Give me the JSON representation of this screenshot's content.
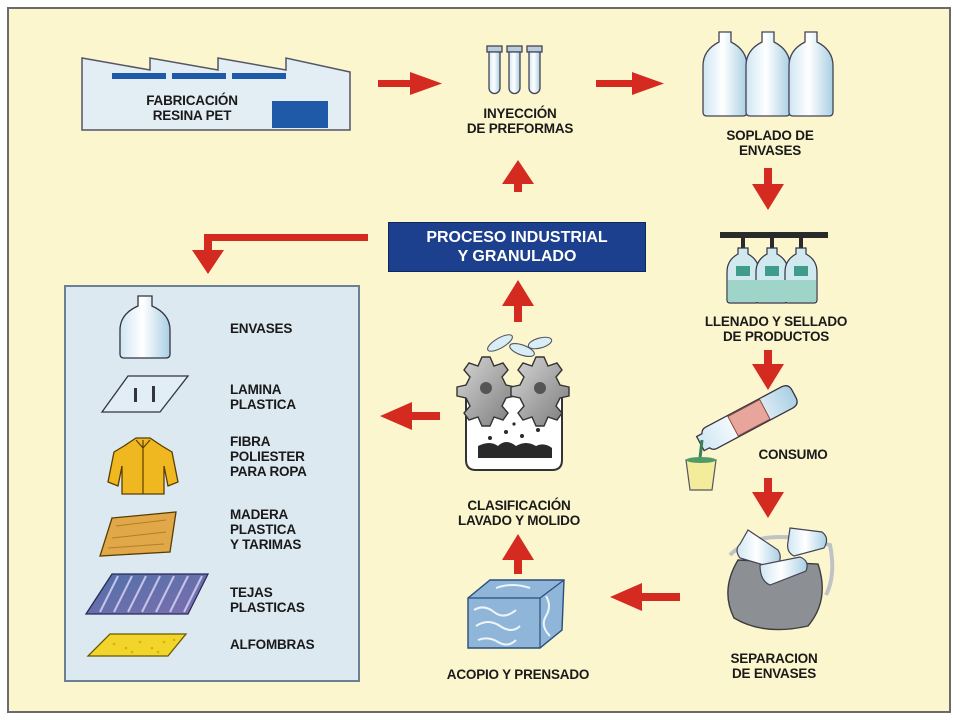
{
  "steps": {
    "fabricacion": "FABRICACIÓN\nRESINA PET",
    "inyeccion": "INYECCIÓN\nDE PREFORMAS",
    "soplado": "SOPLADO DE\nENVASES",
    "llenado": "LLENADO Y SELLADO\nDE PRODUCTOS",
    "consumo": "CONSUMO",
    "separacion": "SEPARACION\nDE ENVASES",
    "acopio": "ACOPIO Y PRENSADO",
    "clasificacion": "CLASIFICACIÓN\nLAVADO Y MOLIDO"
  },
  "center_label": "PROCESO INDUSTRIAL\nY GRANULADO",
  "products": [
    {
      "label": "ENVASES"
    },
    {
      "label": "LAMINA\nPLASTICA"
    },
    {
      "label": "FIBRA\nPOLIESTER\nPARA ROPA"
    },
    {
      "label": "MADERA\nPLASTICA\nY TARIMAS"
    },
    {
      "label": "TEJAS\nPLASTICAS"
    },
    {
      "label": "ALFOMBRAS"
    }
  ],
  "colors": {
    "background": "#fbf6ce",
    "arrow": "#d42a1f",
    "banner": "#1c3f8e",
    "panel": "#dce9f1"
  }
}
